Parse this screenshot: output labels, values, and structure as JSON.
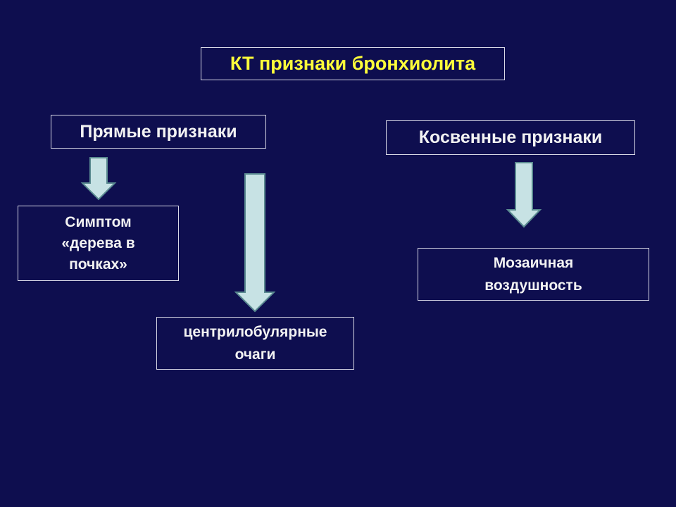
{
  "slide": {
    "title": "КТ признаки бронхиолита",
    "direct_signs": {
      "label": "Прямые признаки",
      "items": [
        "Симптом\n«дерева в\nпочках»",
        "центрилобулярные\nочаги"
      ]
    },
    "indirect_signs": {
      "label": "Косвенные признаки",
      "items": [
        "Мозаичная\nвоздушность"
      ]
    }
  },
  "colors": {
    "background": "#0e0e4f",
    "title_text": "#ffff3a",
    "box_text": "#f2f2f2",
    "box_border": "#d8d8e6",
    "arrow_fill": "#c7e2e4",
    "arrow_stroke": "#5a8a90"
  }
}
